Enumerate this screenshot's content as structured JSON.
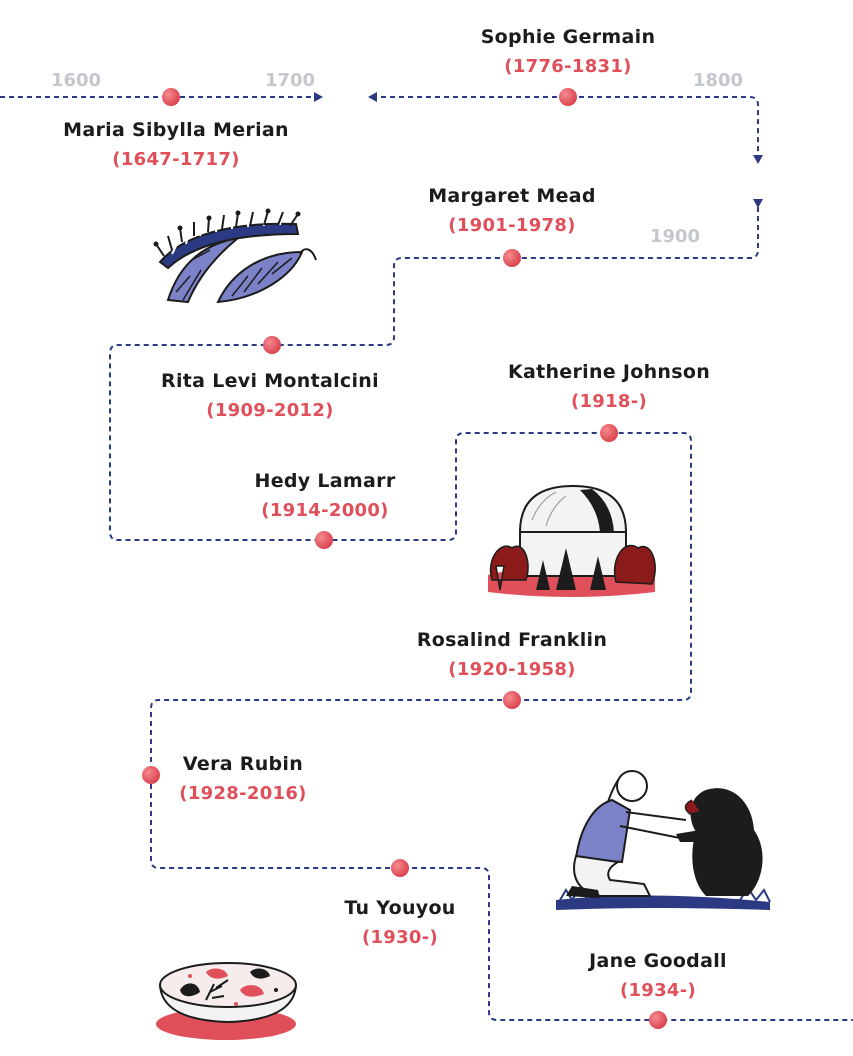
{
  "colors": {
    "path": "#2b3a82",
    "marker": "#e0505a",
    "name_text": "#1c1c1c",
    "years_text": "#e0505a",
    "century_text": "#c4c7cc"
  },
  "centuries": [
    "1600",
    "1700",
    "1800",
    "1900"
  ],
  "scientists": [
    {
      "name": "Maria Sibylla Merian",
      "years": "(1647-1717)"
    },
    {
      "name": "Sophie Germain",
      "years": "(1776-1831)"
    },
    {
      "name": "Margaret Mead",
      "years": "(1901-1978)"
    },
    {
      "name": "Rita Levi Montalcini",
      "years": "(1909-2012)"
    },
    {
      "name": "Katherine Johnson",
      "years": "(1918-)"
    },
    {
      "name": "Hedy Lamarr",
      "years": "(1914-2000)"
    },
    {
      "name": "Rosalind Franklin",
      "years": "(1920-1958)"
    },
    {
      "name": "Vera Rubin",
      "years": "(1928-2016)"
    },
    {
      "name": "Tu Youyou",
      "years": "(1930-)"
    },
    {
      "name": "Jane Goodall",
      "years": "(1934-)"
    }
  ],
  "illustrations": {
    "caterpillar": "caterpillar-on-leaf",
    "observatory": "observatory-dome",
    "goodall": "woman-with-chimpanzee",
    "herbs": "bowl-of-herbs"
  }
}
